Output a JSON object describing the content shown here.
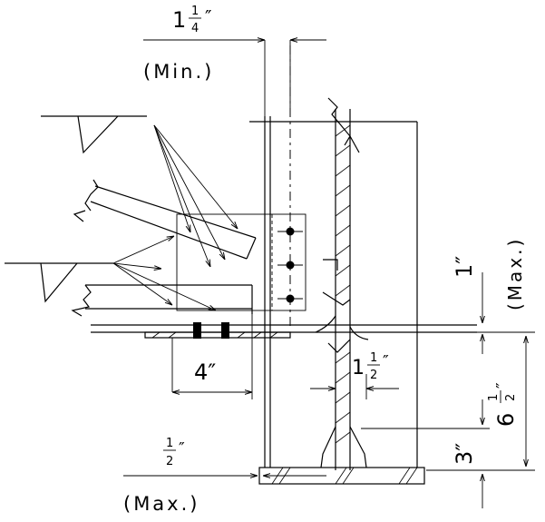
{
  "dimensions": {
    "top_clearance": {
      "whole": "1",
      "num": "1",
      "den": "4",
      "unit": "″",
      "note": "(Min.)"
    },
    "vertical_max": {
      "value": "1″",
      "note": "(Max.)"
    },
    "lap_length": {
      "value": "4″"
    },
    "weld_offset": {
      "whole": "1",
      "num": "1",
      "den": "2",
      "unit": "″"
    },
    "overall_height": {
      "whole": "6",
      "num": "1",
      "den": "2",
      "unit": "″"
    },
    "lower_height": {
      "value": "3″"
    },
    "bottom_gap": {
      "num": "1",
      "den": "2",
      "unit": "″",
      "note": "(Max.)"
    }
  },
  "colors": {
    "line": "#000000",
    "background": "#ffffff"
  }
}
